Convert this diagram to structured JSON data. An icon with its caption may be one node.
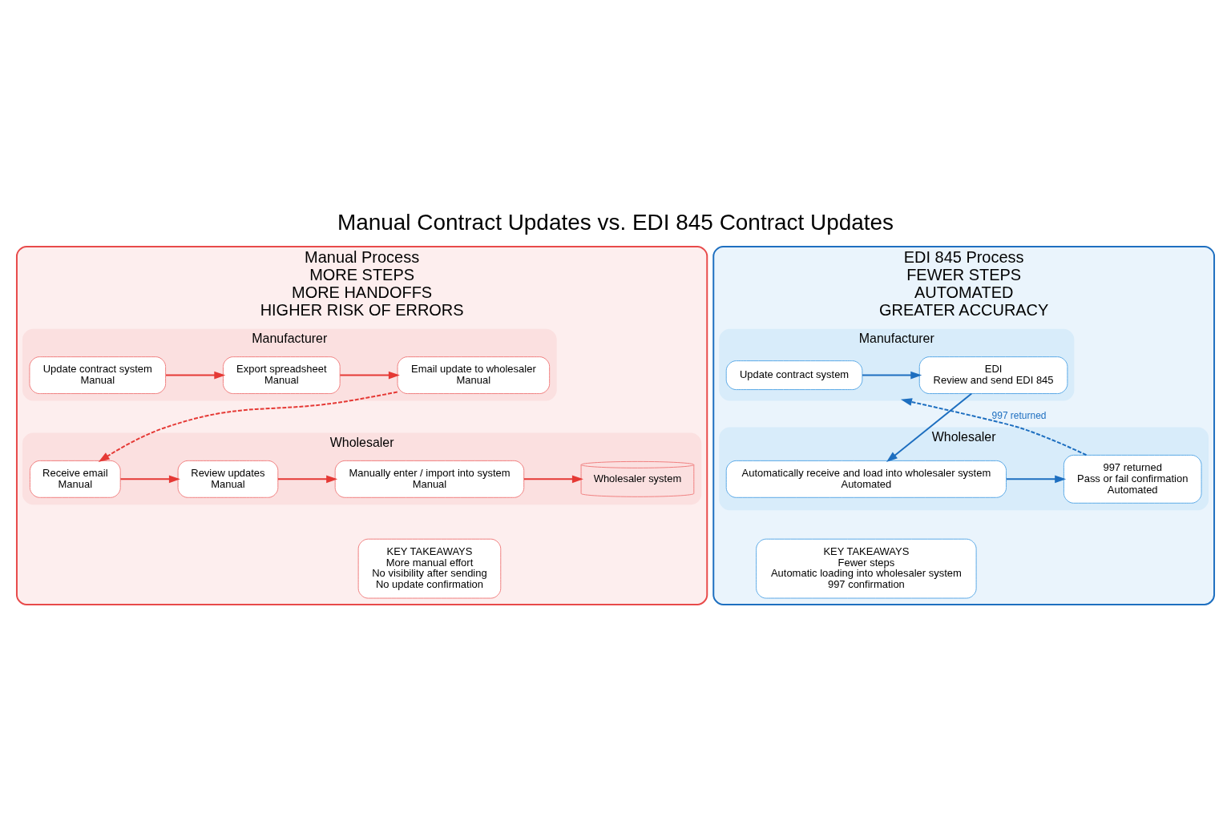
{
  "diagram": {
    "title": "Manual Contract Updates vs. EDI 845 Contract Updates",
    "nodes": [
      {
        "text": [
          "Manual Process",
          "MORE STEPS",
          "MORE HANDOFFS",
          "HIGHER RISK OF ERRORS"
        ]
      },
      {
        "text": [
          "Manufacturer"
        ],
        "in": 0
      },
      {
        "text": [
          "Update contract system",
          "Manual"
        ],
        "in": 1
      },
      {
        "text": [
          "Export spreadsheet",
          "Manual"
        ],
        "in": 1
      },
      {
        "text": [
          "Email update to wholesaler",
          "Manual"
        ],
        "in": 1
      },
      {
        "text": [
          "Wholesaler"
        ],
        "in": 0
      },
      {
        "text": [
          "Receive email",
          "Manual"
        ],
        "in": 5
      },
      {
        "text": [
          "Review updates",
          "Manual"
        ],
        "in": 5
      },
      {
        "text": [
          "Manually enter / import into system",
          "Manual"
        ],
        "in": 5
      },
      {
        "text": [
          "Wholesaler system"
        ],
        "in": 5
      },
      {
        "text": [
          "KEY TAKEAWAYS",
          "More manual effort",
          "No visibility after sending",
          "No update confirmation"
        ],
        "in": 0
      },
      {
        "text": [
          "EDI 845 Process",
          "FEWER STEPS",
          "AUTOMATED",
          "GREATER ACCURACY"
        ]
      },
      {
        "text": [
          "Manufacturer"
        ],
        "in": 11
      },
      {
        "text": [
          "Update contract system"
        ],
        "in": 12
      },
      {
        "text": [
          "EDI",
          "Review and send EDI 845"
        ],
        "in": 12
      },
      {
        "text": [
          "Wholesaler"
        ],
        "in": 11
      },
      {
        "text": [
          "Automatically receive and load into wholesaler system",
          "Automated"
        ],
        "in": 15
      },
      {
        "text": [
          "997 returned",
          "Pass or fail confirmation",
          "Automated"
        ],
        "in": 15
      },
      {
        "text": [
          "KEY TAKEAWAYS",
          "Fewer steps",
          "Automatic loading into wholesaler system",
          "997 confirmation"
        ],
        "in": 11
      }
    ],
    "edges": [
      {
        "from": 2,
        "to": 3,
        "arrow": "to",
        "color": "#e53935"
      },
      {
        "from": 3,
        "to": 4,
        "arrow": "to",
        "color": "#e53935"
      },
      {
        "from": 4,
        "to": 6,
        "arrow": "to",
        "style": "dashed",
        "color": "#e53935"
      },
      {
        "from": 6,
        "to": 7,
        "arrow": "to",
        "color": "#e53935"
      },
      {
        "from": 7,
        "to": 8,
        "arrow": "to",
        "color": "#e53935"
      },
      {
        "from": 8,
        "to": 9,
        "arrow": "to",
        "color": "#e53935"
      },
      {
        "from": 13,
        "to": 14,
        "arrow": "to",
        "color": "#1e6fc0"
      },
      {
        "from": 14,
        "to": 16,
        "arrow": "to",
        "color": "#1e6fc0"
      },
      {
        "from": 16,
        "to": 17,
        "arrow": "to",
        "color": "#1e6fc0"
      },
      {
        "from": 17,
        "to": 12,
        "label": "997 returned",
        "arrow": "to",
        "style": "dashed",
        "color": "#1e6fc0"
      }
    ]
  }
}
